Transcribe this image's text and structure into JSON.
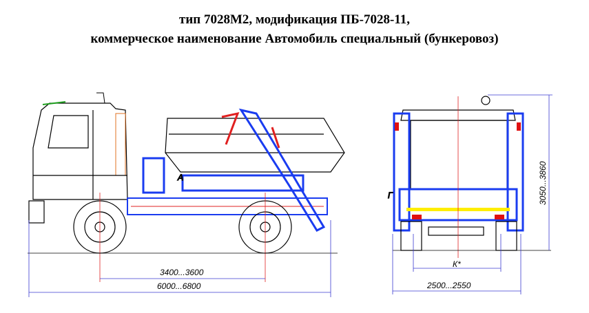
{
  "title": {
    "line1": "тип 7028М2, модификация ПБ-7028-11,",
    "line2": "коммерческое наименование Автомобиль специальный (бункеровоз)"
  },
  "side_view": {
    "dim_wheelbase": "3400...3600",
    "dim_length": "6000...6800",
    "label_a": "А"
  },
  "rear_view": {
    "dim_track": "К*",
    "dim_width": "2500...2550",
    "dim_height": "3050...3860",
    "label_g": "Г"
  },
  "colors": {
    "line": "#000000",
    "equipment": "#1a3cf0",
    "dimension": "#3a3ad0",
    "axis": "#e02020",
    "reflector": "#ffee00",
    "lamp": "#e01010"
  }
}
